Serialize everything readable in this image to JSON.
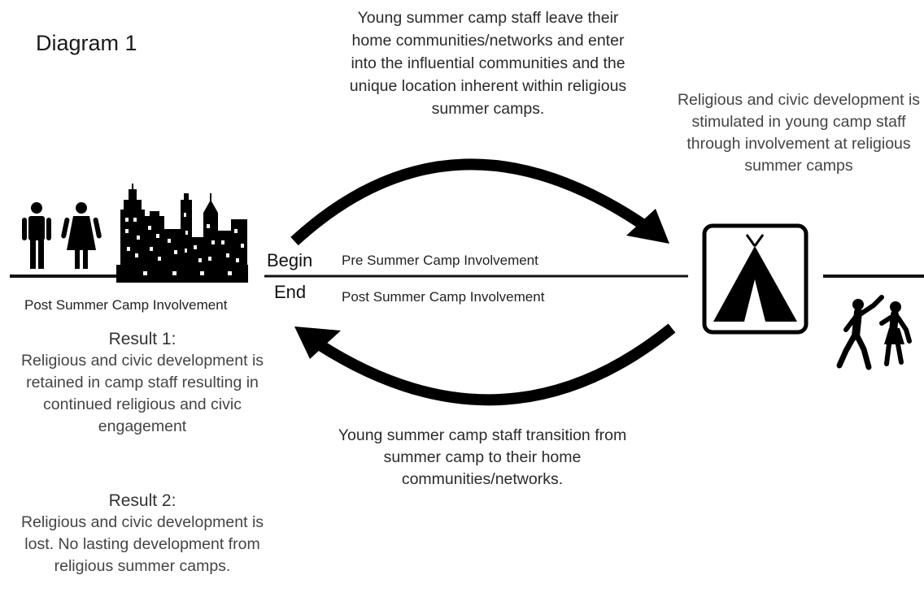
{
  "title": "Diagram 1",
  "top_text": "Young summer camp staff leave their home communities/networks and enter into the influential communities and the unique location inherent within religious summer camps.",
  "right_text": "Religious and civic development is stimulated in young camp staff through involvement at religious summer camps",
  "bottom_text": "Young summer camp staff transition from summer camp to their home communities/networks.",
  "labels": {
    "begin": "Begin",
    "end": "End",
    "pre_stage": "Pre Summer Camp Involvement",
    "post_stage": "Post Summer Camp Involvement",
    "post_left": "Post Summer Camp Involvement"
  },
  "results": [
    {
      "title": "Result 1:",
      "body": "Religious and civic development is retained in camp staff resulting in continued religious and civic engagement"
    },
    {
      "title": "Result 2:",
      "body": "Religious and civic development is lost. No lasting development from religious summer camps."
    }
  ],
  "icons": [
    "people-icon",
    "city-skyline-icon",
    "tent-icon",
    "dancing-people-icon"
  ],
  "colors": {
    "line": "#111111",
    "text": "#444444"
  }
}
